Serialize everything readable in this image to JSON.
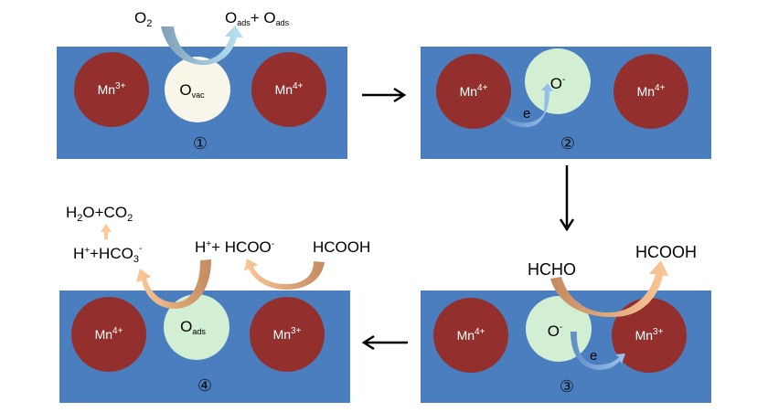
{
  "diagram": {
    "title": "HCHO catalytic oxidation mechanism over Mn oxide with oxygen vacancy",
    "colors": {
      "substrate": "#4a7ebf",
      "mn_ion": "#93302e",
      "vacancy": "#f8f6e8",
      "oxygen_species": "#d2eed3",
      "electron_arrow": "#7aa8e0",
      "reactant_arrow": "#c9956a",
      "product_arrow": "#fbc898",
      "o2_arrow_start": "#7fa0b6",
      "o2_arrow_end": "#b9e3f4",
      "flow_arrow": "#000000"
    },
    "panels": [
      {
        "step": "①",
        "left_ion": {
          "base": "Mn",
          "charge": "3+"
        },
        "center": {
          "base": "O",
          "sub": "vac",
          "sup": ""
        },
        "right_ion": {
          "base": "Mn",
          "charge": "4+"
        },
        "reactant": {
          "base": "O",
          "sub": "2"
        },
        "product": {
          "a_base": "O",
          "a_sub": "ads",
          "plus": "+ ",
          "b_base": "O",
          "b_sub": "ads"
        }
      },
      {
        "step": "②",
        "left_ion": {
          "base": "Mn",
          "charge": "4+"
        },
        "center": {
          "base": "O",
          "sub": "",
          "sup": "-"
        },
        "right_ion": {
          "base": "Mn",
          "charge": "4+"
        },
        "electron_label": "e"
      },
      {
        "step": "③",
        "left_ion": {
          "base": "Mn",
          "charge": "4+"
        },
        "center": {
          "base": "O",
          "sub": "",
          "sup": "-"
        },
        "right_ion": {
          "base": "Mn",
          "charge": "3+"
        },
        "electron_label": "e",
        "reactant": "HCHO",
        "product": "HCOOH"
      },
      {
        "step": "④",
        "left_ion": {
          "base": "Mn",
          "charge": "4+"
        },
        "center": {
          "base": "O",
          "sub": "ads",
          "sup": ""
        },
        "right_ion": {
          "base": "Mn",
          "charge": "3+"
        },
        "reactant": "HCOOH",
        "intermediate": {
          "h": "H",
          "hsup": "+",
          "rest": "+ HCOO",
          "rest_sup": "-"
        },
        "bicarbonate": {
          "h": "H",
          "hsup": "+",
          "mid": "+HCO",
          "sub": "3",
          "sup": "-"
        },
        "final": {
          "p1": "H",
          "s1": "2",
          "p2": "O+CO",
          "s2": "2"
        }
      }
    ],
    "flow_arrows": [
      "step1-to-step2",
      "step2-to-step3",
      "step3-to-step4"
    ]
  }
}
